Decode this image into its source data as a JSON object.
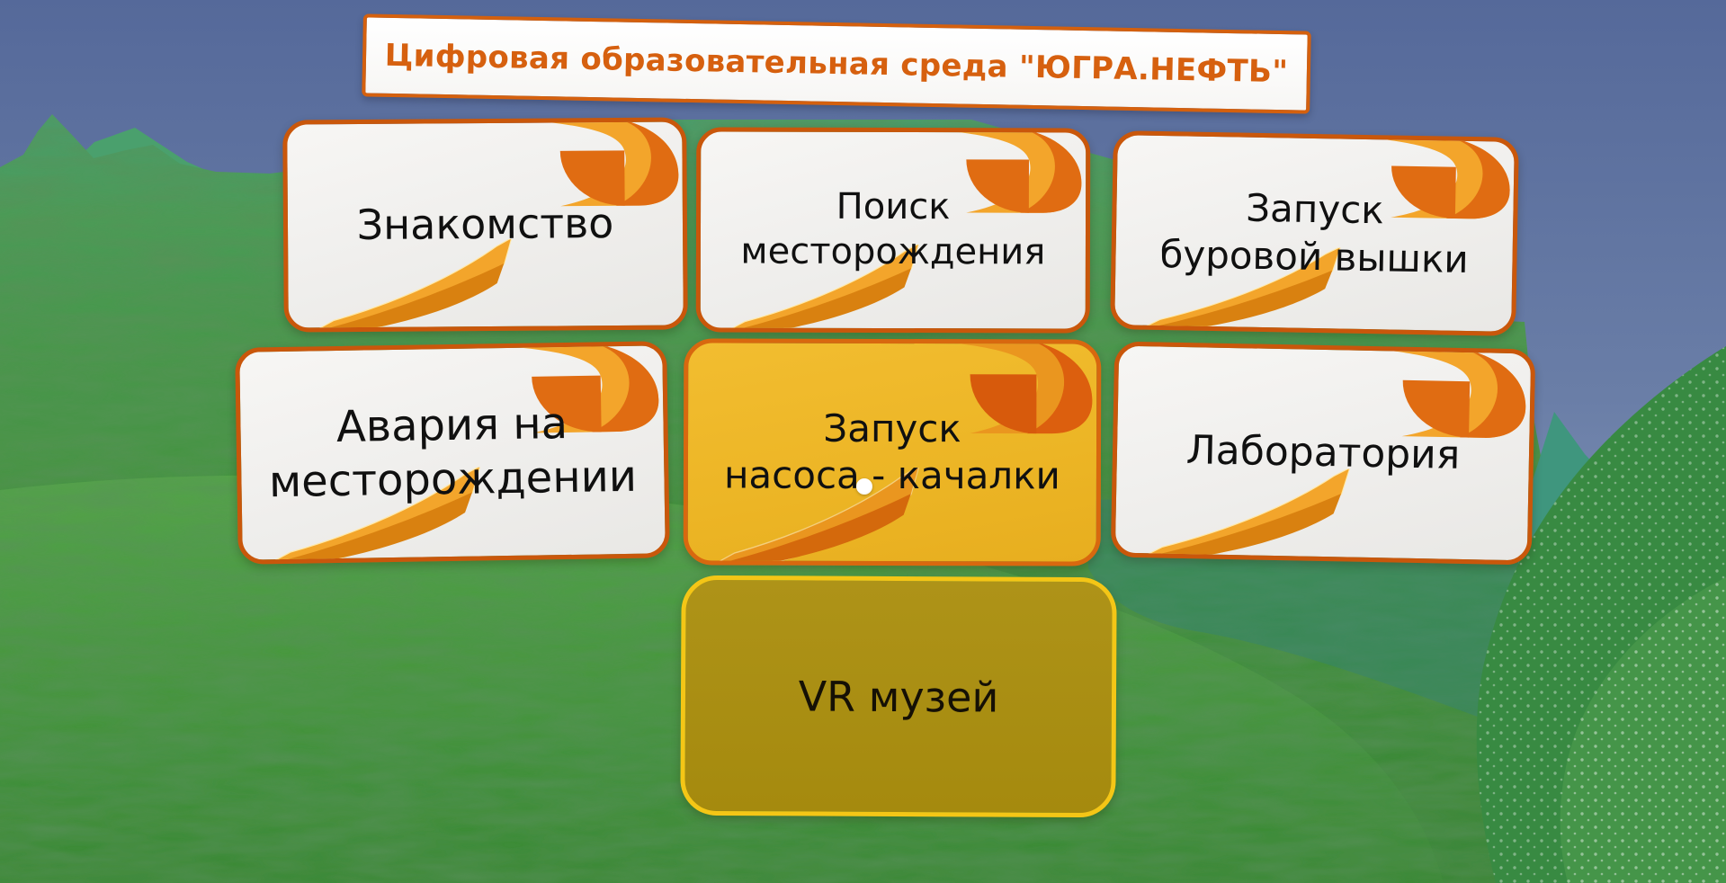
{
  "header": {
    "title": "Цифровая образовательная среда \"ЮГРА.НЕФТЬ\""
  },
  "menu": {
    "items": [
      {
        "label": "Знакомство",
        "line1": "Знакомство",
        "line2": "",
        "highlighted": false
      },
      {
        "label": "Поиск месторождения",
        "line1": "Поиск",
        "line2": "месторождения",
        "highlighted": false
      },
      {
        "label": "Запуск буровой вышки",
        "line1": "Запуск",
        "line2": "буровой вышки",
        "highlighted": false
      },
      {
        "label": "Авария на месторождении",
        "line1": "Авария на",
        "line2": "месторождении",
        "highlighted": false
      },
      {
        "label": "Запуск насоса - качалки",
        "line1": "Запуск",
        "line2": "насоса - качалки",
        "highlighted": true
      },
      {
        "label": "Лаборатория",
        "line1": "Лаборатория",
        "line2": "",
        "highlighted": false
      }
    ],
    "vr_museum": {
      "label": "VR музей"
    }
  },
  "cursor": {
    "shape": "gaze-dot",
    "color": "#ffffff"
  },
  "colors": {
    "title_text": "#d6600f",
    "panel_bg": "#f1f0ee",
    "panel_border": "#c9570b",
    "highlight_bg": "#ecb525",
    "highlight_border": "#d8680f",
    "swoosh_light": "#f3a52b",
    "swoosh_dark": "#e06c12",
    "museum_bg": "#a78d12",
    "museum_border": "#f4c616",
    "button_text": "#101010",
    "sky": "#5d73a2",
    "grass": "#47953f"
  }
}
